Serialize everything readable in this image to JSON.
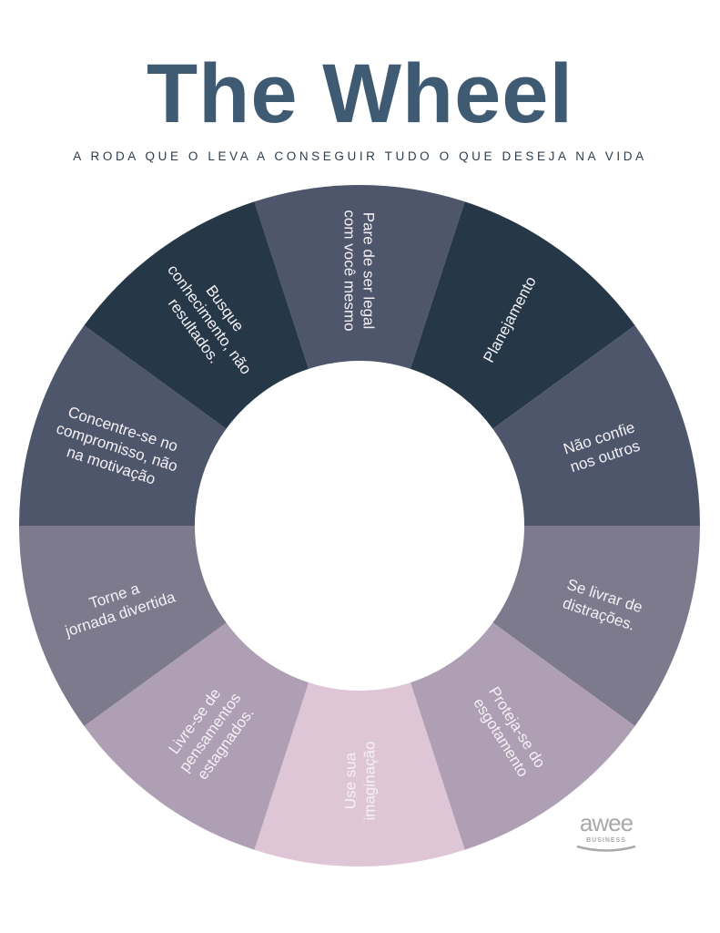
{
  "header": {
    "title": "The Wheel",
    "subtitle": "A RODA QUE O LEVA A CONSEGUIR TUDO O QUE DESEJA NA VIDA"
  },
  "wheel": {
    "segments": [
      {
        "label": [
          "Pare de ser legal",
          "com você mesmo"
        ],
        "color": "#4e566b"
      },
      {
        "label": [
          "Planejamento"
        ],
        "color": "#263848"
      },
      {
        "label": [
          "Não confie",
          "nos outros"
        ],
        "color": "#4e566b"
      },
      {
        "label": [
          "Se livrar de",
          "distrações."
        ],
        "color": "#7d7a8e"
      },
      {
        "label": [
          "Proteja-se do",
          "esgotamento"
        ],
        "color": "#ae9fb4"
      },
      {
        "label": [
          "Use sua",
          "imaginação"
        ],
        "color": "#dfc6d6"
      },
      {
        "label": [
          "Livre-se de",
          "pensamentos",
          "estagnados."
        ],
        "color": "#ae9fb4"
      },
      {
        "label": [
          "Torne a",
          "jornada divertida"
        ],
        "color": "#7d7a8e"
      },
      {
        "label": [
          "Concentre-se no",
          "compromisso, não",
          "na motivação"
        ],
        "color": "#4e566b"
      },
      {
        "label": [
          "Busque",
          "conhecimento, não",
          "resultados."
        ],
        "color": "#263848"
      }
    ]
  },
  "logo": {
    "name": "awee",
    "tagline": "BUSINESS"
  }
}
